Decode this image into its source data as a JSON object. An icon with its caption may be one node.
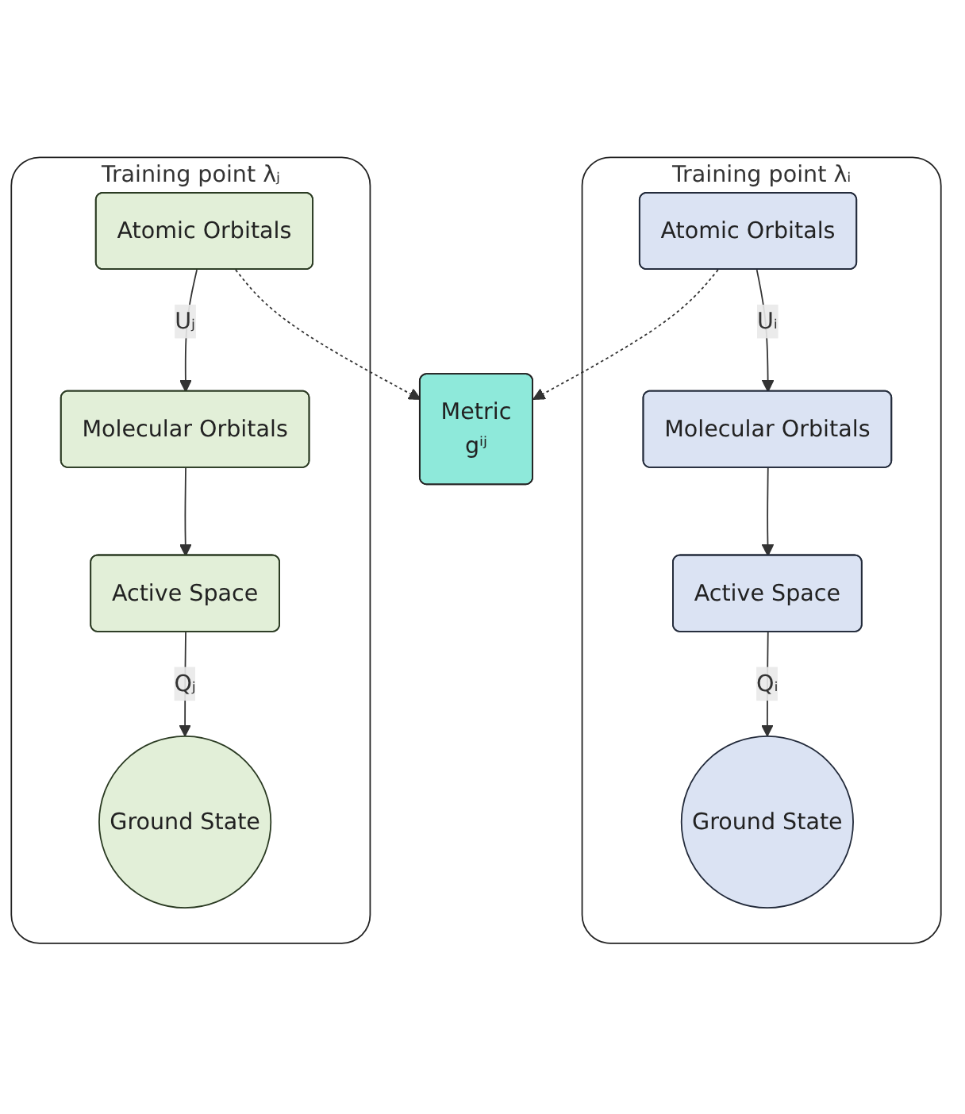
{
  "diagram": {
    "nodes": [
      {
        "text": [
          "Training point λᵢ"
        ]
      },
      {
        "text": [
          "Atomic Orbitals"
        ],
        "in": 0
      },
      {
        "text": [
          "Molecular Orbitals"
        ],
        "in": 0
      },
      {
        "text": [
          "Active Space"
        ],
        "in": 0
      },
      {
        "text": [
          "Ground State"
        ],
        "in": 0
      },
      {
        "text": [
          "Training point λⱼ"
        ]
      },
      {
        "text": [
          "Atomic Orbitals"
        ],
        "in": 5
      },
      {
        "text": [
          "Molecular Orbitals"
        ],
        "in": 5
      },
      {
        "text": [
          "Active Space"
        ],
        "in": 5
      },
      {
        "text": [
          "Ground State"
        ],
        "in": 5
      },
      {
        "text": [
          "Metric",
          "gⁱʲ"
        ]
      }
    ],
    "edges": [
      {
        "from": 1,
        "to": 2,
        "arrow": "to",
        "label": "Uᵢ"
      },
      {
        "from": 2,
        "to": 3,
        "arrow": "to"
      },
      {
        "from": 3,
        "to": 4,
        "arrow": "to",
        "label": "Qᵢ"
      },
      {
        "from": 6,
        "to": 7,
        "arrow": "to",
        "label": "Uⱼ"
      },
      {
        "from": 7,
        "to": 8,
        "arrow": "to"
      },
      {
        "from": 8,
        "to": 9,
        "arrow": "to",
        "label": "Qⱼ"
      },
      {
        "from": 1,
        "to": 10,
        "arrow": "to",
        "style": "dashed"
      },
      {
        "from": 6,
        "to": 10,
        "arrow": "to",
        "style": "dashed"
      }
    ]
  }
}
